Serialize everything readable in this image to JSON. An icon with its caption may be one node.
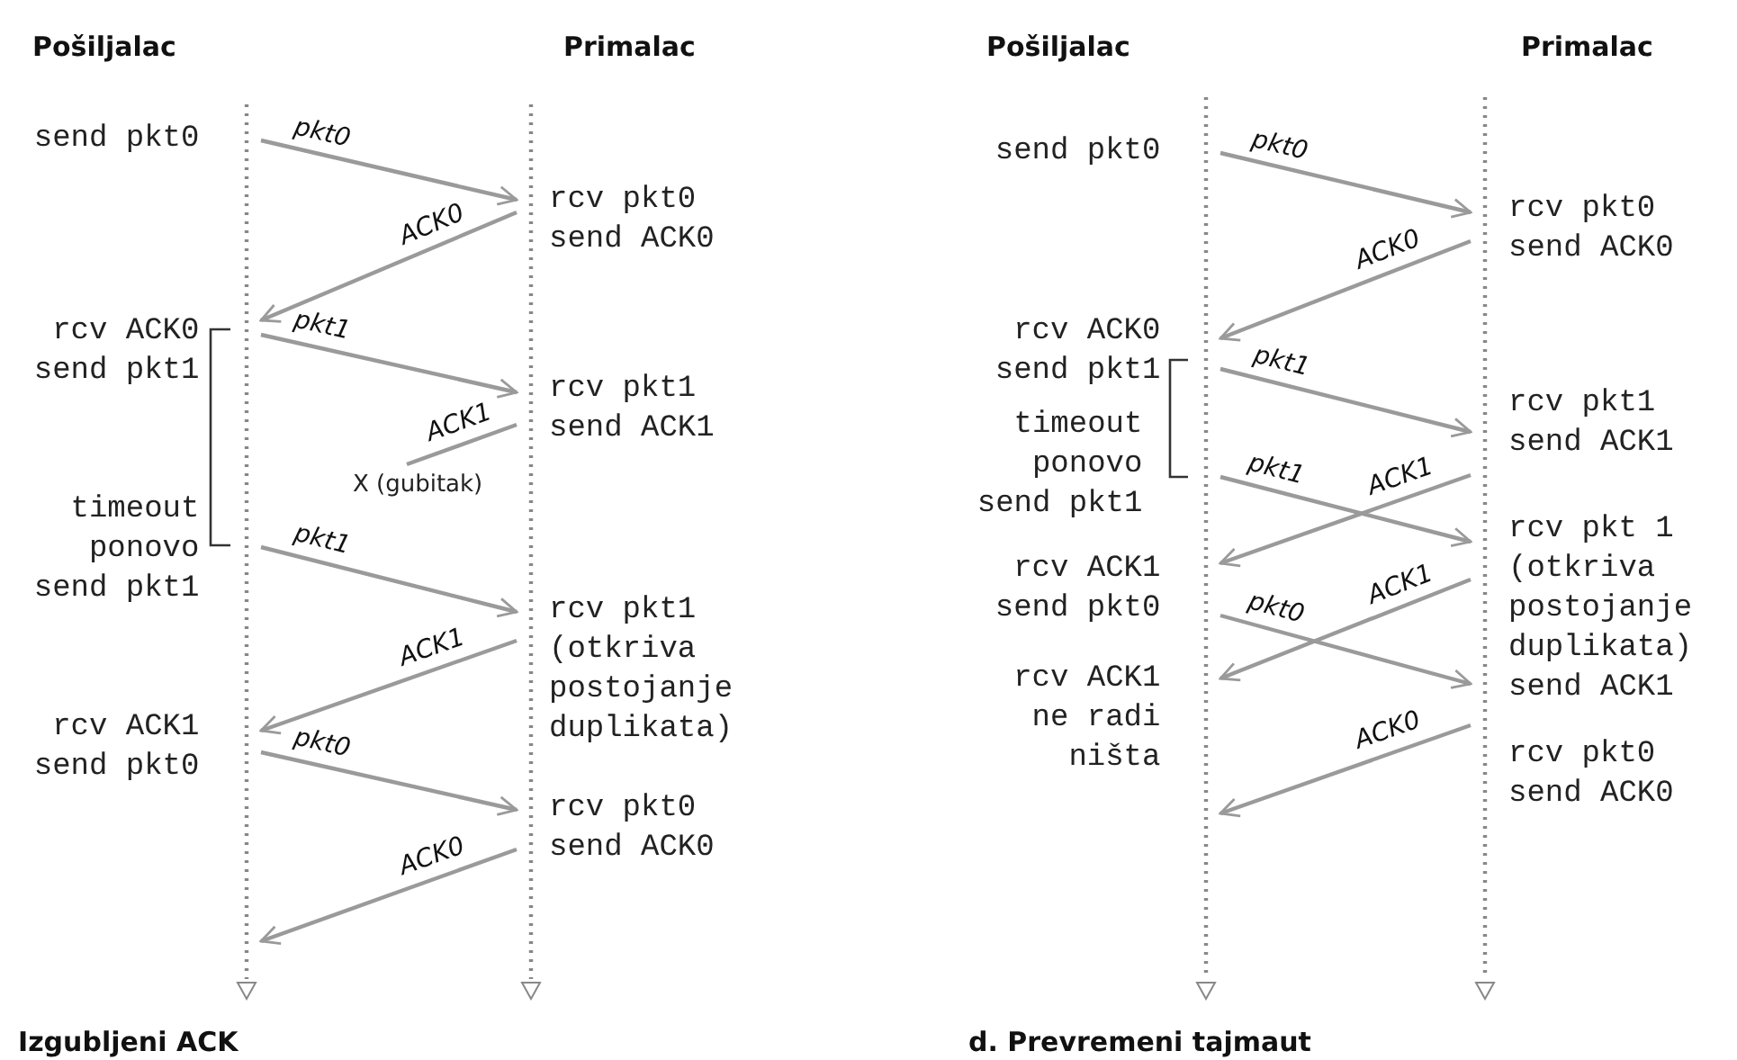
{
  "diagram": {
    "nodes": [
      {
        "text": [],
        "shape": "bar",
        "beside": [
          "Pošiljalac",
          "send pkt0",
          "rcv ACK0 send pkt1",
          "timeout ponovo send pkt1",
          "rcv ACK1 send pkt0"
        ]
      },
      {
        "text": [],
        "shape": "bar",
        "beside": [
          "Primalac",
          "rcv pkt0 send ACK0",
          "rcv pkt1 send ACK1",
          "rcv pkt1 (otkriva postojanje duplikata)",
          "rcv pkt0 send ACK0"
        ]
      },
      {
        "text": [],
        "shape": "bar",
        "beside": [
          "Pošiljalac",
          "send pkt0",
          "rcv ACK0 send pkt1",
          "timeout ponovo send pkt1",
          "rcv ACK1 send pkt0",
          "rcv ACK1 ne radi ništa"
        ]
      },
      {
        "text": [],
        "shape": "bar",
        "beside": [
          "Primalac",
          "rcv pkt0 send ACK0",
          "rcv pkt1 send ACK1",
          "rcv pkt 1 (otkriva postojanje duplikata) send ACK1",
          "rcv pkt0 send ACK0"
        ]
      },
      {
        "text": [
          "X (gubitak)"
        ]
      }
    ],
    "edges": [
      {
        "from": 0,
        "to": 1,
        "arrow": "to",
        "label": "pkt0"
      },
      {
        "from": 1,
        "to": 0,
        "arrow": "to",
        "label": "ACK0"
      },
      {
        "from": 0,
        "to": 1,
        "arrow": "to",
        "label": "pkt1"
      },
      {
        "from": 1,
        "to": 4,
        "arrow": "none",
        "label": "ACK1"
      },
      {
        "from": 0,
        "to": 1,
        "arrow": "to",
        "label": "pkt1"
      },
      {
        "from": 1,
        "to": 0,
        "arrow": "to",
        "label": "ACK1"
      },
      {
        "from": 0,
        "to": 1,
        "arrow": "to",
        "label": "pkt0"
      },
      {
        "from": 1,
        "to": 0,
        "arrow": "to",
        "label": "ACK0"
      },
      {
        "from": 2,
        "to": 3,
        "arrow": "to",
        "label": "pkt0"
      },
      {
        "from": 3,
        "to": 2,
        "arrow": "to",
        "label": "ACK0"
      },
      {
        "from": 2,
        "to": 3,
        "arrow": "to",
        "label": "pkt1"
      },
      {
        "from": 2,
        "to": 3,
        "arrow": "to",
        "label": "pkt1"
      },
      {
        "from": 3,
        "to": 2,
        "arrow": "to",
        "label": "ACK1"
      },
      {
        "from": 2,
        "to": 3,
        "arrow": "to",
        "label": "pkt0"
      },
      {
        "from": 3,
        "to": 2,
        "arrow": "to",
        "label": "ACK1"
      },
      {
        "from": 3,
        "to": 2,
        "arrow": "to",
        "label": "ACK0"
      }
    ],
    "labels": [
      "Izgubljeni ACK",
      "d. Prevremeni tajmaut"
    ]
  }
}
